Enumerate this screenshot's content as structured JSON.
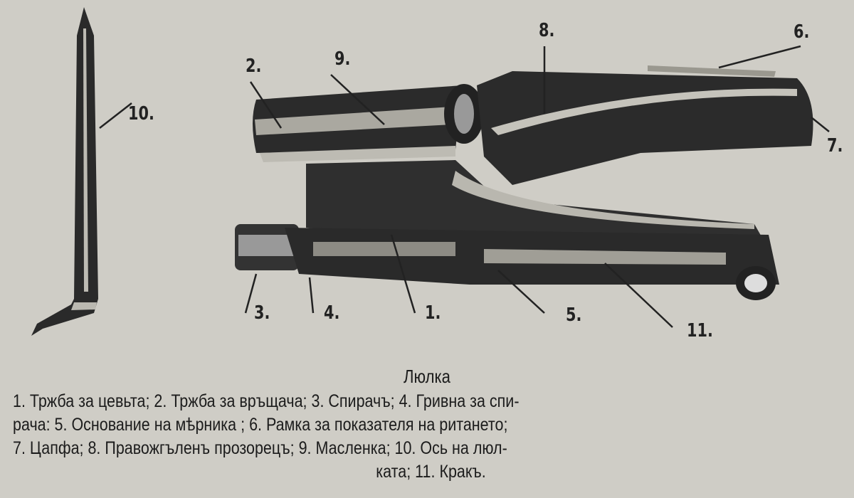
{
  "figure": {
    "callouts": [
      "1.",
      "2.",
      "3.",
      "4.",
      "5.",
      "6.",
      "7.",
      "8.",
      "9.",
      "10.",
      "11."
    ]
  },
  "caption": {
    "title": "Люлка",
    "lines": [
      "1. Тржба за цевьта; 2. Тржба за връщача; 3. Спирачъ; 4. Гривна за спи-",
      "рача: 5. Основание на мѣрника ; 6. Рамка за  показателя   на ритането;",
      "7. Цапфа;  8. Правожгъленъ прозорецъ; 9. Масленка; 10.  Ось на люл-",
      "ката; 11. Кракъ."
    ]
  }
}
